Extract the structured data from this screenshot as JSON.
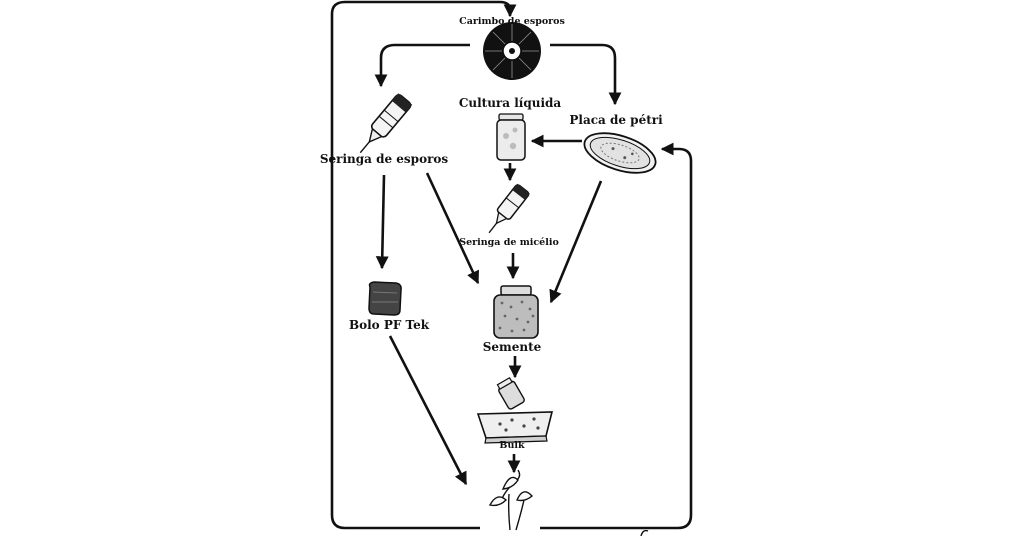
{
  "nodes": {
    "spore_print": {
      "label": "Carimbo de esporos",
      "icon": "spore-print-icon"
    },
    "spore_syringe": {
      "label": "Seringa de esporos",
      "icon": "syringe-icon"
    },
    "liquid_culture": {
      "label": "Cultura líquida",
      "icon": "jar-icon"
    },
    "petri_dish": {
      "label": "Placa de pétri",
      "icon": "petri-dish-icon"
    },
    "mycelium_syringe": {
      "label": "Seringa de micélio",
      "icon": "syringe-icon"
    },
    "pf_tek_cake": {
      "label": "Bolo PF Tek",
      "icon": "pf-cake-icon"
    },
    "grain_spawn": {
      "label": "Semente",
      "icon": "grain-jar-icon"
    },
    "bulk": {
      "label": "Bulk",
      "icon": "bulk-tray-icon"
    },
    "mushrooms": {
      "label": "",
      "icon": "mushroom-icon"
    }
  },
  "edges": [
    [
      "spore_print",
      "spore_syringe"
    ],
    [
      "spore_print",
      "petri_dish"
    ],
    [
      "petri_dish",
      "liquid_culture"
    ],
    [
      "liquid_culture",
      "mycelium_syringe"
    ],
    [
      "spore_syringe",
      "pf_tek_cake"
    ],
    [
      "spore_syringe",
      "grain_spawn"
    ],
    [
      "mycelium_syringe",
      "grain_spawn"
    ],
    [
      "petri_dish",
      "grain_spawn"
    ],
    [
      "grain_spawn",
      "bulk"
    ],
    [
      "bulk",
      "mushrooms"
    ],
    [
      "pf_tek_cake",
      "mushrooms"
    ],
    [
      "mushrooms",
      "spore_print"
    ],
    [
      "mushrooms",
      "petri_dish"
    ]
  ],
  "colors": {
    "ink": "#111111",
    "background": "#ffffff"
  }
}
